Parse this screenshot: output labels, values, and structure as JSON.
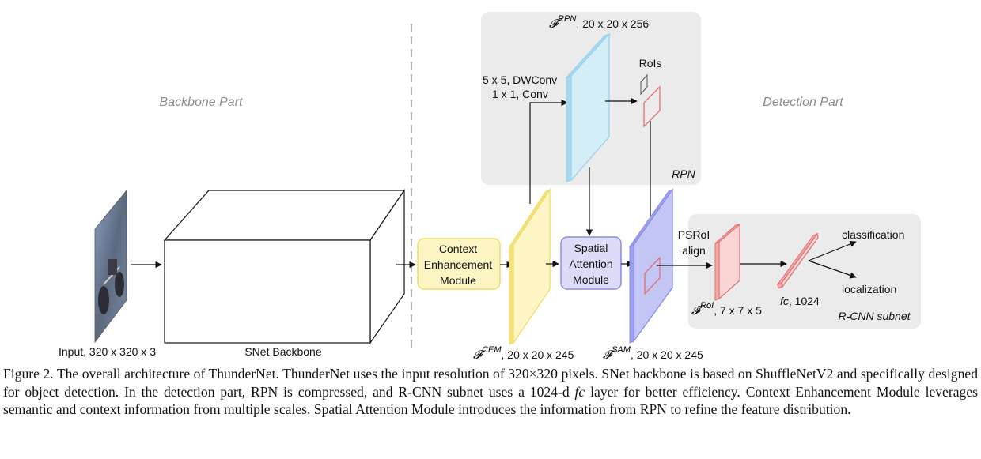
{
  "parts": {
    "backbone": "Backbone Part",
    "detection": "Detection Part",
    "rpn": "RPN",
    "rcnn": "R-CNN subnet"
  },
  "labels": {
    "input": "Input, 320 x 320 x 3",
    "snet": "SNet Backbone",
    "cem_module": [
      "Context",
      "Enhancement",
      "Module"
    ],
    "sam_module": [
      "Spatial",
      "Attention",
      "Module"
    ],
    "conv_line1": "5 x 5, DWConv",
    "conv_line2": "1 x 1, Conv",
    "rois": "RoIs",
    "psroi_line1": "PSRoI",
    "psroi_line2": "align",
    "classification": "classification",
    "localization": "localization",
    "fc_name": "fc",
    "fc_dims": ", 1024"
  },
  "features": {
    "rpn": {
      "symbol": "𝓕",
      "sup": "RPN",
      "dims": ", 20 x 20 x 256"
    },
    "cem": {
      "symbol": "𝓕",
      "sup": "CEM",
      "dims": ", 20 x 20 x 245"
    },
    "sam": {
      "symbol": "𝓕",
      "sup": "SAM",
      "dims": ", 20 x 20 x 245"
    },
    "roi": {
      "symbol": "𝓕",
      "sup": "RoI",
      "dims": ", 7 x 7 x 5"
    }
  },
  "caption": {
    "intro": "Figure 2.  The overall architecture of ThunderNet. ThunderNet uses the input resolution of 320×320 pixels. SNet backbone is based on ShuffleNetV2 and specifically designed for object detection. In the detection part, RPN is compressed, and R-CNN subnet uses a 1024-d ",
    "fc": "fc",
    "rest": " layer for better efficiency.  Context Enhancement Module leverages semantic and context information from multiple scales.  Spatial Attention Module introduces the information from RPN to refine the feature distribution."
  },
  "colors": {
    "panel_gray": "#ebebeb",
    "cem_fill": "#fdf6c4",
    "cem_stroke": "#f0dc6a",
    "sam_fill": "#dcdcf8",
    "sam_stroke": "#8c8ce6",
    "rpn_fill": "#d4eef8",
    "rpn_stroke": "#9cd0ee",
    "red": "#e07070",
    "blue_feat": "#c3c6f5"
  }
}
